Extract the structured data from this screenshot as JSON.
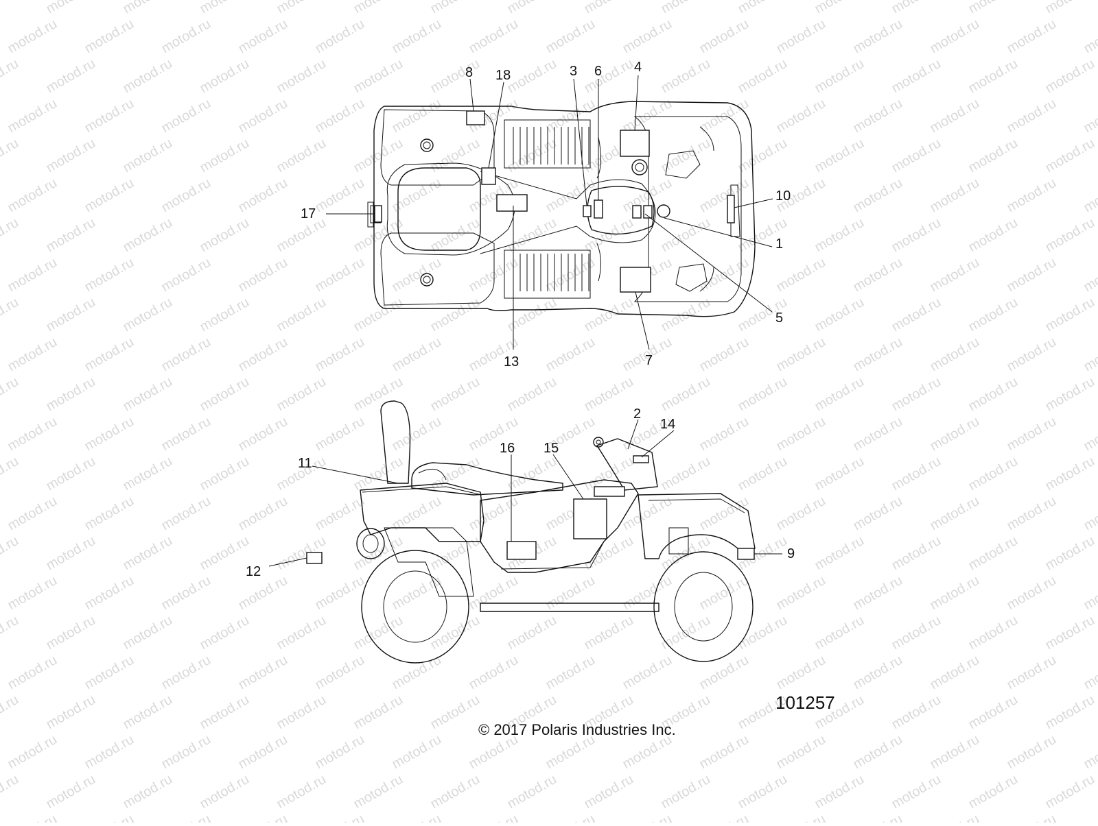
{
  "diagram": {
    "part_number": "101257",
    "copyright": "© 2017  Polaris Industries Inc.",
    "watermark": "motod.ru",
    "top_view_callouts": [
      "8",
      "18",
      "3",
      "6",
      "4",
      "10",
      "1",
      "5",
      "7",
      "13",
      "17"
    ],
    "side_view_callouts": [
      "2",
      "14",
      "16",
      "15",
      "11",
      "12",
      "9"
    ]
  }
}
